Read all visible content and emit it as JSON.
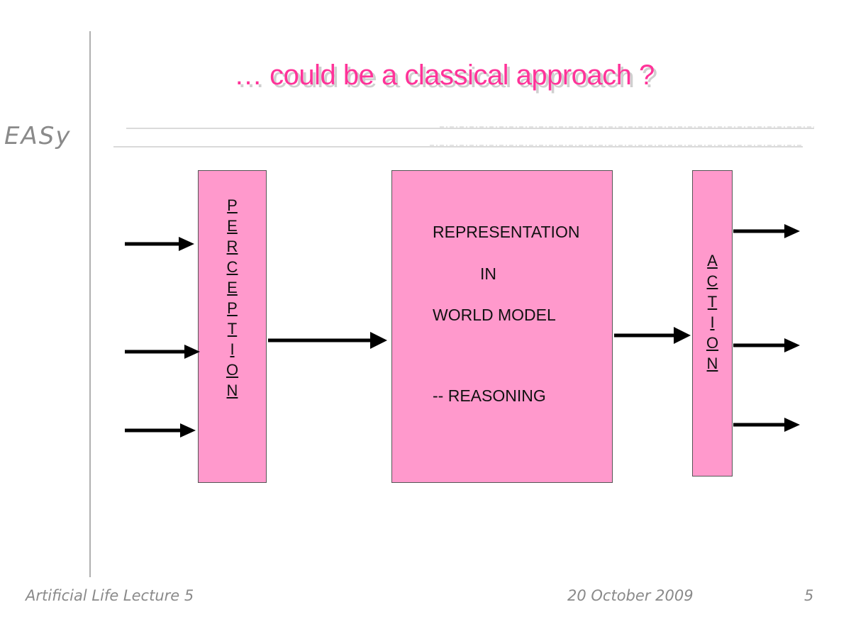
{
  "slide": {
    "title": "… could be a classical approach ?",
    "logo": "EASy",
    "footer_left": "Artificial Life Lecture 5",
    "footer_date": "20 October 2009",
    "page_number": "5",
    "title_color": "#ff3399",
    "box_color": "#ff99cc"
  },
  "diagram": {
    "perception_letters": [
      "P",
      "E",
      "R",
      "C",
      "E",
      "P",
      "T",
      "I",
      "O",
      "N"
    ],
    "action_letters": [
      "A",
      "C",
      "T",
      "I",
      "O",
      "N"
    ],
    "center_lines": {
      "line1": "REPRESENTATION",
      "line2": "IN",
      "line3": "WORLD MODEL",
      "line4": "-- REASONING"
    }
  }
}
